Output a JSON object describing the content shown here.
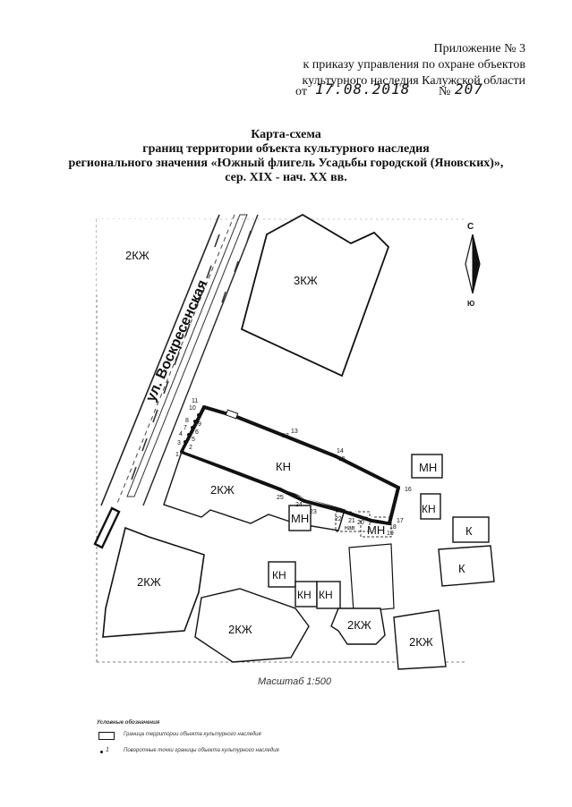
{
  "header": {
    "annex_lines": [
      "Приложение № 3",
      "к приказу управления по охране объектов",
      "культурного наследия Калужской области"
    ],
    "date_prefix": "от",
    "date_value": "17.08.2018",
    "number_prefix": "№",
    "number_value": "207"
  },
  "title_lines": [
    "Карта-схема",
    "границ территории объекта культурного наследия",
    "регионального значения «Южный флигель Усадьбы городской (Яновских)»,",
    "сер. XIX - нач. XX вв."
  ],
  "map": {
    "street_label": "ул. Воскресенская",
    "compass": {
      "north": "С",
      "south": "Ю"
    },
    "building_labels": {
      "b_2kzh_tl": "2КЖ",
      "b_3kzh": "3КЖ",
      "b_kn_main": "КН",
      "b_2kzh_mid": "2КЖ",
      "b_mn_small": "МН",
      "b_mn_right_small": "МН",
      "b_mn_right": "МН",
      "b_kn_right": "КН",
      "b_k1": "К",
      "b_k2": "К",
      "b_2kzh_bl": "2КЖ",
      "b_kn_a": "КН",
      "b_kn_b": "КН",
      "b_kn_c": "КН",
      "b_2kzh_bc": "2КЖ",
      "b_2kzh_c": "2КЖ",
      "b_2kzh_br": "2КЖ",
      "b_nav": "нав"
    },
    "point_numbers": [
      "1",
      "2",
      "3",
      "4",
      "5",
      "6",
      "7",
      "8",
      "9",
      "10",
      "11",
      "12",
      "13",
      "14",
      "15",
      "16",
      "17",
      "18",
      "19",
      "20",
      "21",
      "22",
      "23",
      "24",
      "25"
    ],
    "scale": "Масштаб 1:500"
  },
  "legend": {
    "title": "Условные обозначения",
    "items": [
      {
        "text": "Граница территории объекта культурного наследия"
      },
      {
        "marker": "1",
        "text": "Поворотные точки границы объекта культурного наследия"
      }
    ]
  }
}
